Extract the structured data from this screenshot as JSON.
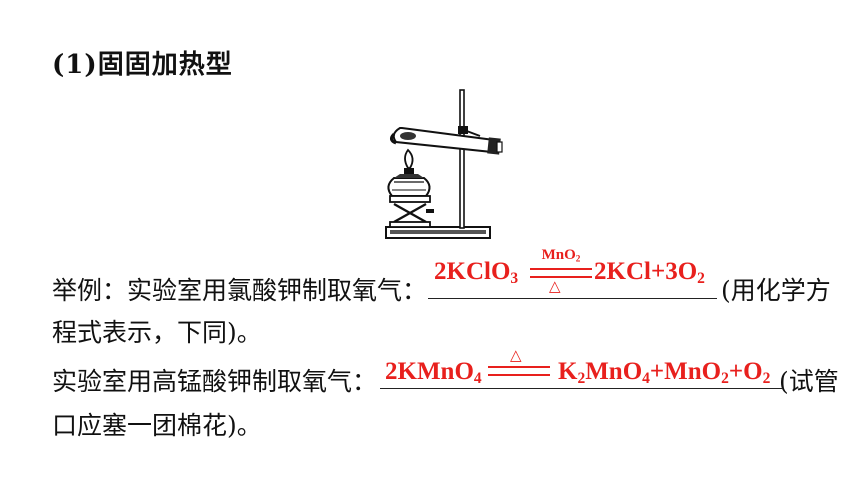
{
  "heading": "(1)固固加热型",
  "example1": {
    "prefix": "举例：实验室用氯酸钾制取氧气：",
    "reactant": "2KClO",
    "reactant_sub": "3",
    "catalyst": "MnO",
    "catalyst_sub": "2",
    "condition": "△",
    "product": "2KCl+3O",
    "product_sub": "2",
    "suffix": "(用化学方",
    "continuation": "程式表示，下同)。"
  },
  "example2": {
    "prefix": "实验室用高锰酸钾制取氧气：",
    "reactant": "2KMnO",
    "reactant_sub": "4",
    "condition": "△",
    "product_parts": [
      "K",
      "2",
      "MnO",
      "4",
      "+MnO",
      "2",
      "+O",
      "2"
    ],
    "suffix": "(试管",
    "continuation": "口应塞一团棉花)。"
  },
  "colors": {
    "answer": "#e8201d",
    "text": "#111111"
  }
}
